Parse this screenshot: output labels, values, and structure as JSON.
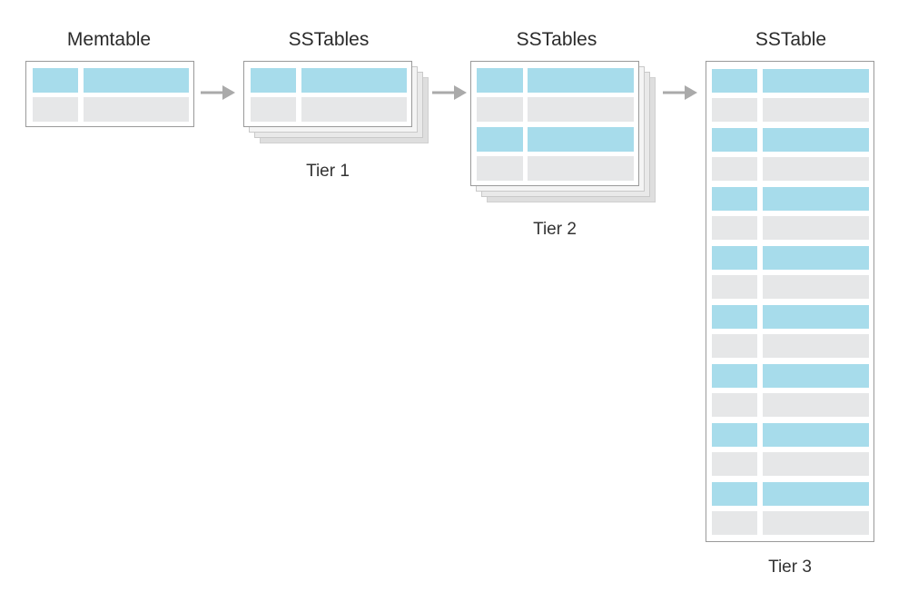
{
  "columns": [
    {
      "title": "Memtable",
      "tier": ""
    },
    {
      "title": "SSTables",
      "tier": "Tier 1"
    },
    {
      "title": "SSTables",
      "tier": "Tier 2"
    },
    {
      "title": "SSTable",
      "tier": "Tier 3"
    }
  ],
  "colors": {
    "key": "#a7dceb",
    "value": "#e6e7e8",
    "border": "#9a9a9a",
    "arrow": "#aaaaaa"
  }
}
